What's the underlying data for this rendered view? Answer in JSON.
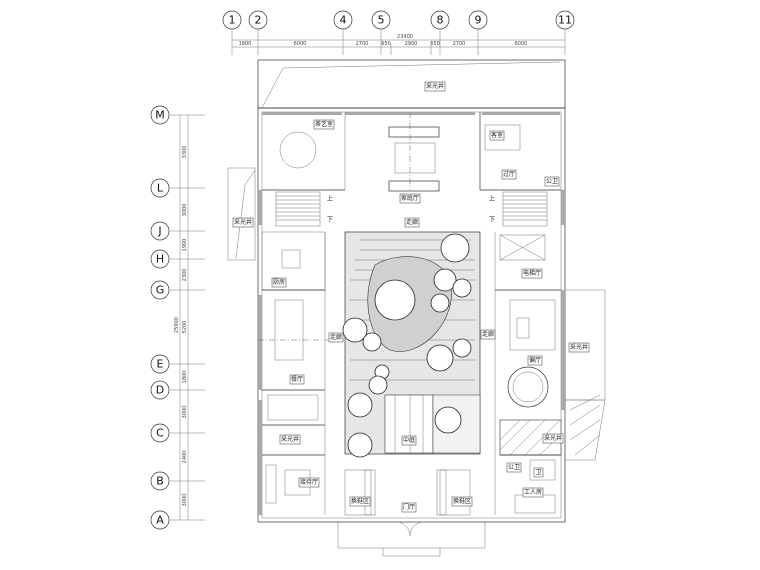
{
  "column_axes": [
    "1",
    "2",
    "4",
    "5",
    "8",
    "9",
    "11"
  ],
  "row_axes": [
    "M",
    "L",
    "J",
    "H",
    "G",
    "E",
    "D",
    "C",
    "B",
    "A"
  ],
  "horizontal_dimensions": {
    "total": "23400",
    "segments": [
      "1800",
      "6000",
      "2700",
      "650",
      "2900",
      "650",
      "2700",
      "6000"
    ]
  },
  "vertical_dimensions": {
    "total": "25900",
    "segments": [
      "3300",
      "3000",
      "1900",
      "2300",
      "5200",
      "1800",
      "3000",
      "2400",
      "3000"
    ]
  },
  "rooms": {
    "light_well_top": "采光井",
    "tea_room": "茶艺室",
    "family_hall": "家庭厅",
    "guest_room": "客室",
    "passage_hall": "过厅",
    "bathroom_top": "公卫",
    "corridor_top": "走廊",
    "light_well_left": "采光井",
    "kitchen": "厨房",
    "corridor_left": "走廊",
    "dining": "餐厅",
    "light_well_lower_left": "采光井",
    "reception": "接待厅",
    "elevator_hall": "电梯厅",
    "corridor_right": "走廊",
    "side_hall": "偏厅",
    "light_well_right": "采光井",
    "courtyard": "中庭",
    "bathroom_bottom": "公卫",
    "toilet": "卫",
    "worker_room": "工人房",
    "shoe_area_left": "换鞋区",
    "shoe_area_right": "换鞋区",
    "foyer": "门厅"
  },
  "stairs": {
    "up": "上",
    "down": "下"
  }
}
